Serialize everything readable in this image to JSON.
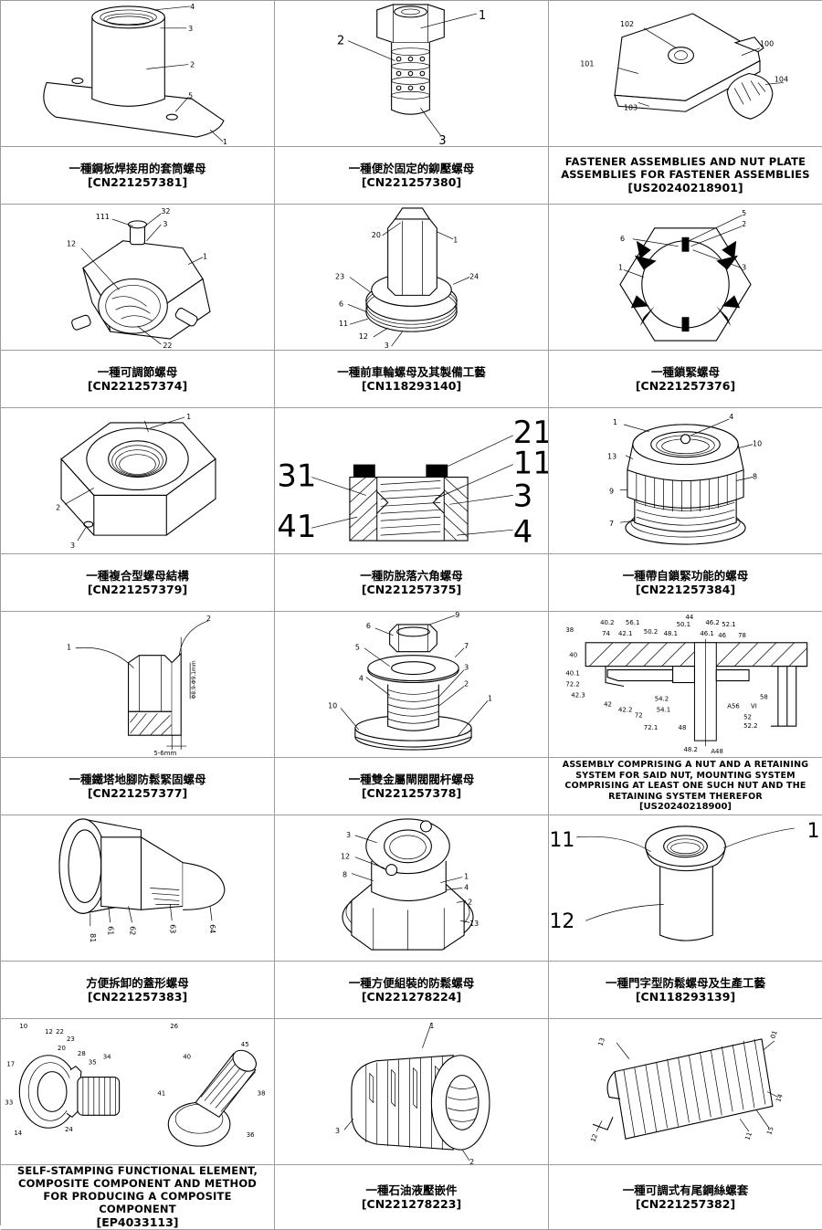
{
  "patents": [
    {
      "title": "一種鋼板焊接用的套筒螺母",
      "number": "[CN221257381]",
      "labels": [
        "4",
        "3",
        "2",
        "5",
        "1"
      ]
    },
    {
      "title": "一種便於固定的鉚壓螺母",
      "number": "[CN221257380]",
      "labels": [
        "1",
        "2",
        "3"
      ]
    },
    {
      "title": "FASTENER ASSEMBLIES AND NUT PLATE ASSEMBLIES FOR FASTENER ASSEMBLIES",
      "number": "[US20240218901]",
      "labels": [
        "102",
        "100",
        "101",
        "104",
        "103"
      ]
    },
    {
      "title": "一種可調節螺母",
      "number": "[CN221257374]",
      "labels": [
        "111",
        "32",
        "3",
        "12",
        "1",
        "22"
      ]
    },
    {
      "title": "一種前車輪螺母及其製備工藝",
      "number": "[CN118293140]",
      "labels": [
        "20",
        "1",
        "23",
        "24",
        "6",
        "11",
        "12",
        "3"
      ]
    },
    {
      "title": "一種鎖緊螺母",
      "number": "[CN221257376]",
      "labels": [
        "5",
        "2",
        "6",
        "3",
        "1"
      ]
    },
    {
      "title": "一種複合型螺母結構",
      "number": "[CN221257379]",
      "labels": [
        "1",
        "2",
        "3"
      ]
    },
    {
      "title": "一種防脫落六角螺母",
      "number": "[CN221257375]",
      "labels": [
        "21",
        "31",
        "11",
        "3",
        "41",
        "4"
      ]
    },
    {
      "title": "一種帶自鎖緊功能的螺母",
      "number": "[CN221257384]",
      "labels": [
        "1",
        "4",
        "13",
        "10",
        "9",
        "8",
        "7"
      ]
    },
    {
      "title": "一種鐵塔地腳防鬆緊固螺母",
      "number": "[CN221257377]",
      "labels": [
        "1",
        "2",
        "5-6mm",
        "Φ8.9-Φ9.1mm"
      ]
    },
    {
      "title": "一種雙金屬閘閥閥杆螺母",
      "number": "[CN221257378]",
      "labels": [
        "6",
        "9",
        "5",
        "7",
        "4",
        "3",
        "2",
        "10",
        "1"
      ]
    },
    {
      "title": "ASSEMBLY COMPRISING A NUT AND A RETAINING SYSTEM FOR SAID NUT, MOUNTING SYSTEM COMPRISING AT LEAST ONE SUCH NUT AND THE RETAINING SYSTEM THEREFOR",
      "number": "[US20240218900]",
      "labels": [
        "40.2",
        "56.1",
        "44",
        "46.2",
        "38",
        "74",
        "42.1",
        "50.2",
        "48.1",
        "50.1",
        "46.1",
        "52.1",
        "78",
        "40",
        "46",
        "40.1",
        "72.2",
        "42.3",
        "54.2",
        "58",
        "42",
        "42.2",
        "72",
        "54.1",
        "A56",
        "VI",
        "52",
        "52.2",
        "72.1",
        "48",
        "48.2",
        "A48"
      ]
    },
    {
      "title": "方便拆卸的蓋形螺母",
      "number": "[CN221257383]",
      "labels": [
        "81",
        "61",
        "62",
        "63",
        "64"
      ]
    },
    {
      "title": "一種方便組裝的防鬆螺母",
      "number": "[CN221278224]",
      "labels": [
        "3",
        "12",
        "8",
        "1",
        "4",
        "2",
        "13"
      ]
    },
    {
      "title": "一種門字型防鬆螺母及生產工藝",
      "number": "[CN118293139]",
      "labels": [
        "11",
        "1",
        "12"
      ]
    },
    {
      "title": "SELF-STAMPING FUNCTIONAL ELEMENT, COMPOSITE COMPONENT AND METHOD FOR PRODUCING A COMPOSITE COMPONENT",
      "number": "[EP4033113]",
      "labels": [
        "10",
        "12",
        "22",
        "23",
        "17",
        "20",
        "28",
        "35",
        "34",
        "33",
        "14",
        "24",
        "26",
        "40",
        "41",
        "45",
        "38",
        "36"
      ]
    },
    {
      "title": "一種石油液壓嵌件",
      "number": "[CN221278223]",
      "labels": [
        "1",
        "3",
        "2"
      ]
    },
    {
      "title": "一種可調式有尾鋼絲螺套",
      "number": "[CN221257382]",
      "labels": [
        "01",
        "13",
        "12",
        "11",
        "14",
        "15"
      ]
    }
  ]
}
